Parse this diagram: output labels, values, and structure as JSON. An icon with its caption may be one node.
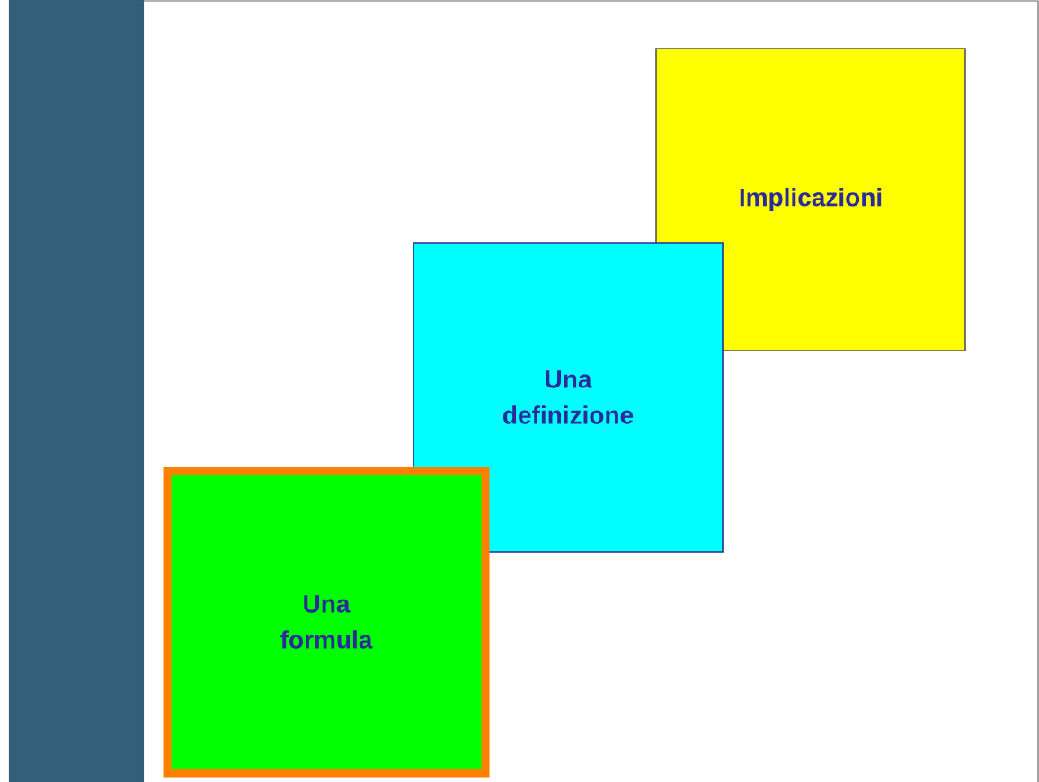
{
  "diagram": {
    "nodes": [
      {
        "text": [],
        "shape": "bar"
      },
      {
        "text": [
          "Una formula"
        ]
      },
      {
        "text": [
          "Una definizione"
        ]
      },
      {
        "text": [
          "Implicazioni"
        ]
      }
    ]
  }
}
